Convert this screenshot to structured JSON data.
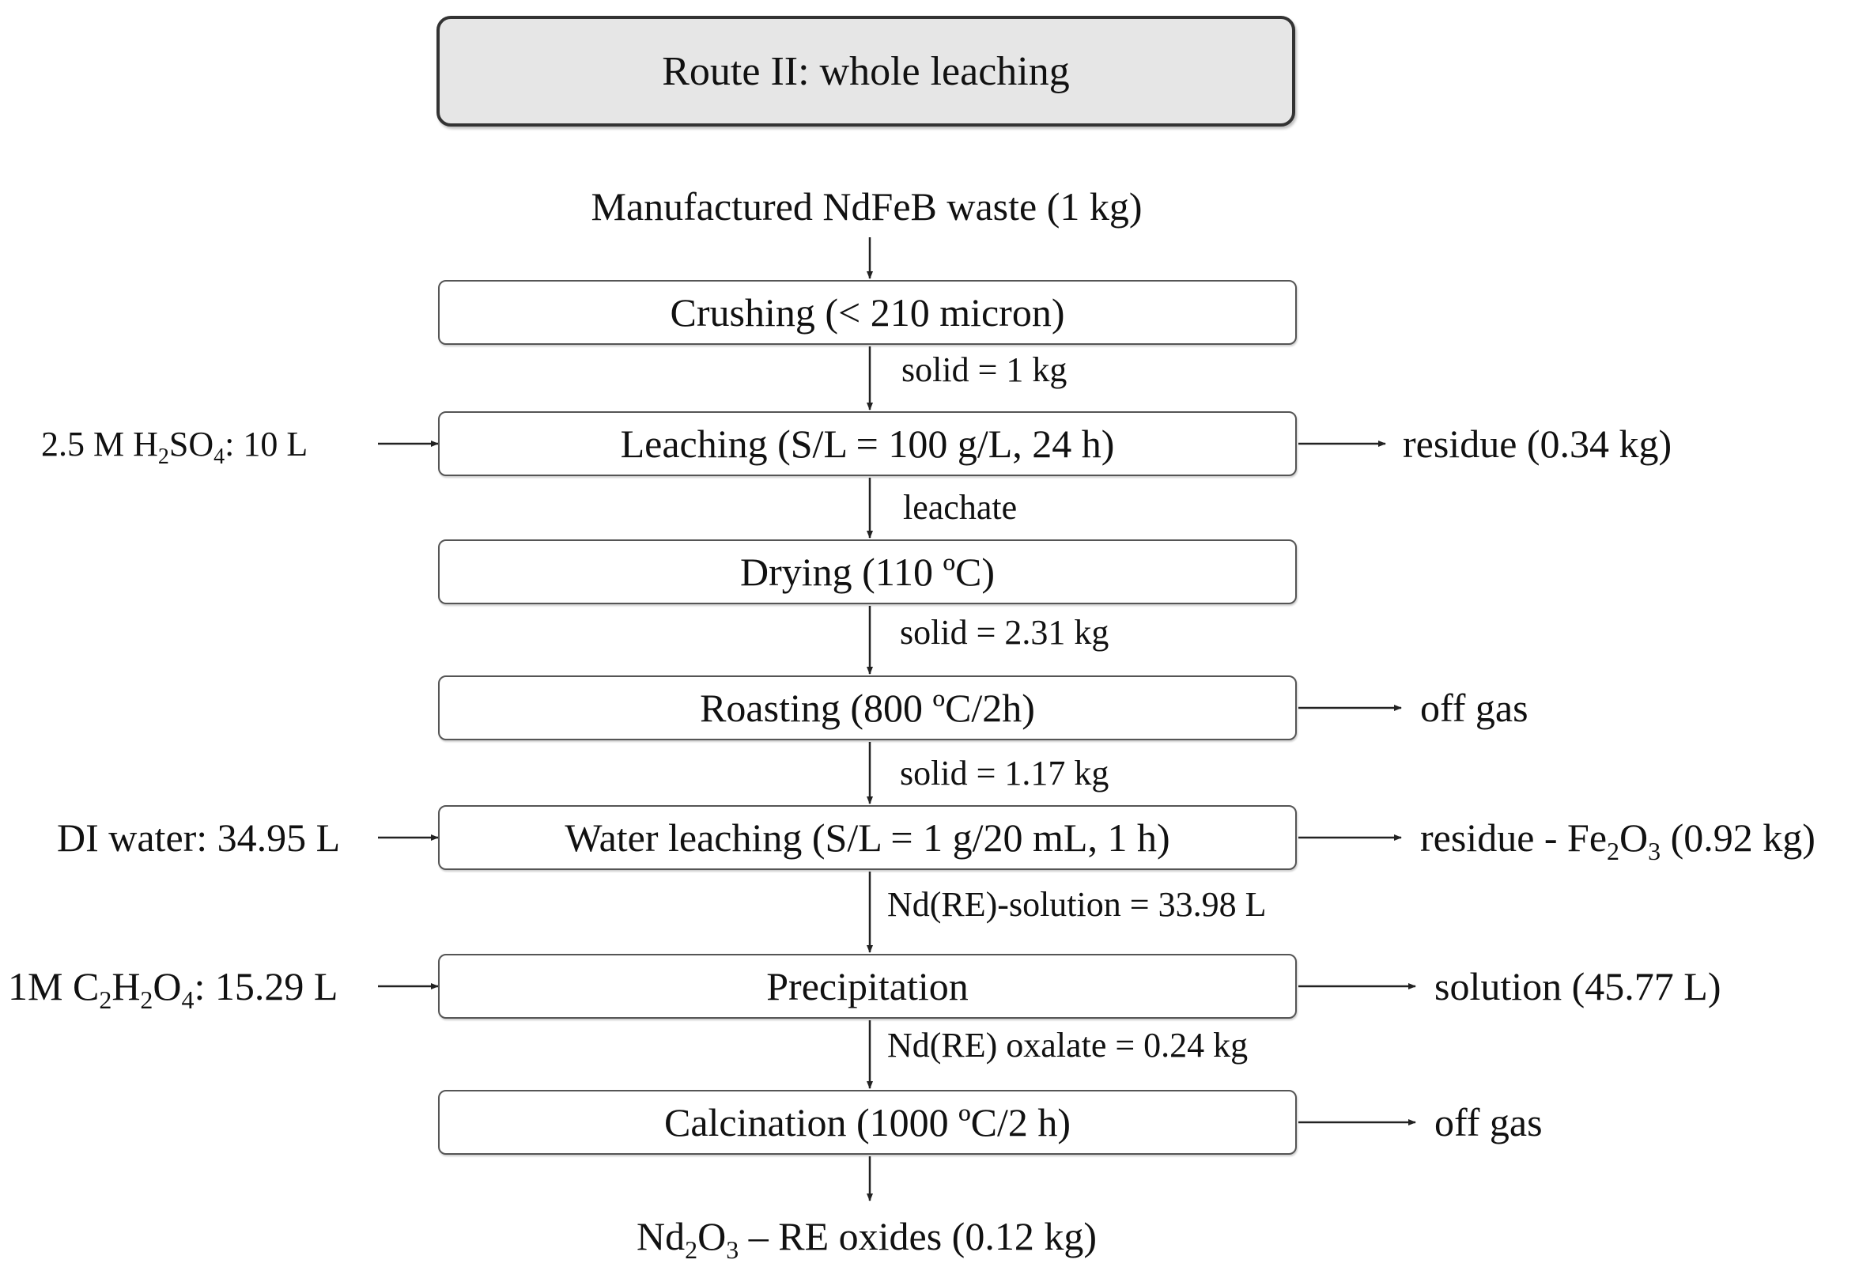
{
  "title": "Route II: whole leaching",
  "input_top": "Manufactured NdFeB waste (1 kg)",
  "steps": [
    "Crushing (< 210 micron)",
    "Leaching (S/L = 100 g/L, 24 h)",
    "Drying (110 ºC)",
    "Roasting (800 ºC/2h)",
    "Water leaching (S/L = 1 g/20 mL, 1 h)",
    "Precipitation",
    "Calcination (1000 ºC/2 h)"
  ],
  "flows": [
    "solid  = 1 kg",
    "leachate",
    "solid = 2.31 kg",
    "solid = 1.17 kg",
    "Nd(RE)-solution = 33.98 L",
    "Nd(RE) oxalate = 0.24 kg"
  ],
  "inputs": {
    "leaching": {
      "pre": "2.5 M H",
      "sub1": "2",
      "mid": "SO",
      "sub2": "4",
      "post": ": 10 L"
    },
    "water_leaching": "DI water: 34.95 L",
    "precipitation": {
      "pre": "1M C",
      "sub1": "2",
      "mid1": "H",
      "sub2": "2",
      "mid2": "O",
      "sub3": "4",
      "post": ": 15.29 L"
    }
  },
  "outputs": {
    "leaching": "residue (0.34 kg)",
    "roasting": "off gas",
    "water_leaching": {
      "pre": "residue - Fe",
      "sub1": "2",
      "mid": "O",
      "sub2": "3",
      "post": " (0.92 kg)"
    },
    "precipitation": "solution (45.77 L)",
    "calcination": "off gas"
  },
  "final_product": {
    "pre": "Nd",
    "sub1": "2",
    "mid": "O",
    "sub2": "3",
    "post": " – RE oxides (0.12 kg)"
  }
}
